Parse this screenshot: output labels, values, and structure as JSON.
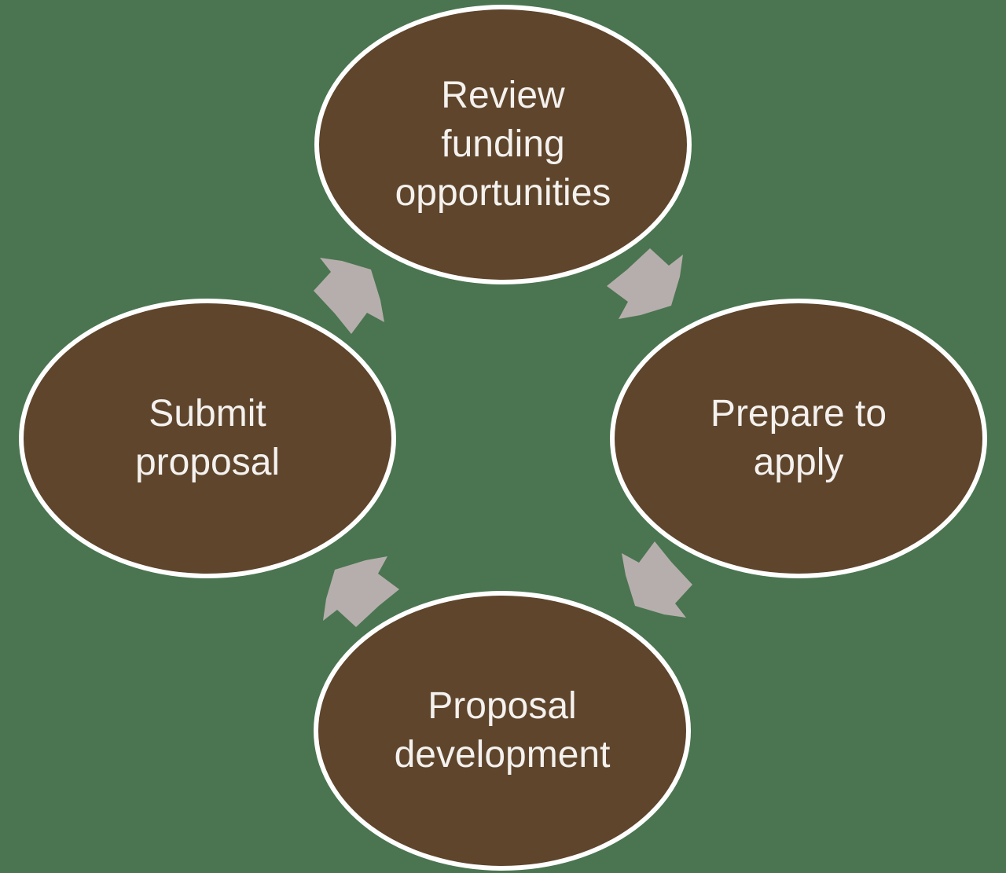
{
  "diagram": {
    "type": "cycle",
    "direction": "clockwise",
    "nodes": [
      {
        "name": "review-funding-opportunities",
        "label": "Review funding opportunities",
        "lines": [
          "Review",
          "funding",
          "opportunities"
        ]
      },
      {
        "name": "prepare-to-apply",
        "label": "Prepare to apply",
        "lines": [
          "Prepare to",
          "apply"
        ]
      },
      {
        "name": "proposal-development",
        "label": "Proposal development",
        "lines": [
          "Proposal",
          "development"
        ]
      },
      {
        "name": "submit-proposal",
        "label": "Submit proposal",
        "lines": [
          "Submit",
          "proposal"
        ]
      }
    ],
    "colors": {
      "background": "#4a7550",
      "node_fill": "#5e452c",
      "node_border": "#ffffff",
      "arrow_fill": "#b6aeac",
      "text": "#f4f1ee"
    }
  }
}
